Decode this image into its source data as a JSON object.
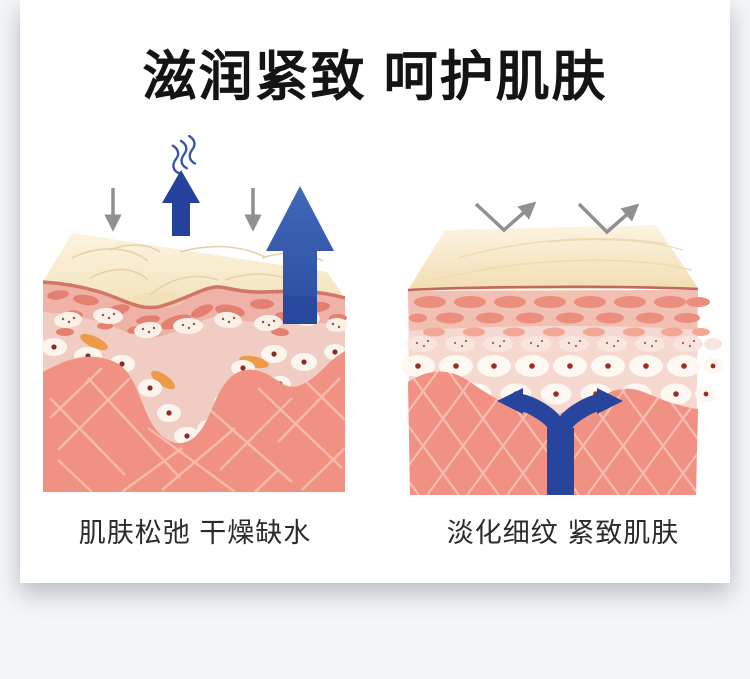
{
  "title": "滋润紧致 呵护肌肤",
  "panels": [
    {
      "id": "before",
      "caption": "肌肤松弛 干燥缺水",
      "icons": [
        "down-arrow-icon",
        "steam-icon",
        "moisture-up-arrow-icon",
        "lift-up-arrow-icon"
      ]
    },
    {
      "id": "after",
      "caption": "淡化细纹 紧致肌肤",
      "icons": [
        "bounce-arrow-icon",
        "collagen-split-arrow-icon"
      ]
    }
  ],
  "colors": {
    "page_background": "#f3f5f8",
    "card_background": "#ffffff",
    "title_color": "#141414",
    "caption_color": "#2b2b2b",
    "accent_blue": "#27459c",
    "arrow_gray": "#8e9092",
    "epidermis_cream": "#f8ecd3",
    "dermis_light_pink": "#f0ccc3",
    "dermis_band_pink": "#eeb2a6",
    "hypodermis_salmon": "#f19184",
    "cell_white": "#fbf5ee",
    "cell_dot_red": "#8c2b24",
    "cell_orange": "#ee9a49",
    "cell_salmon": "#e57f6f"
  }
}
